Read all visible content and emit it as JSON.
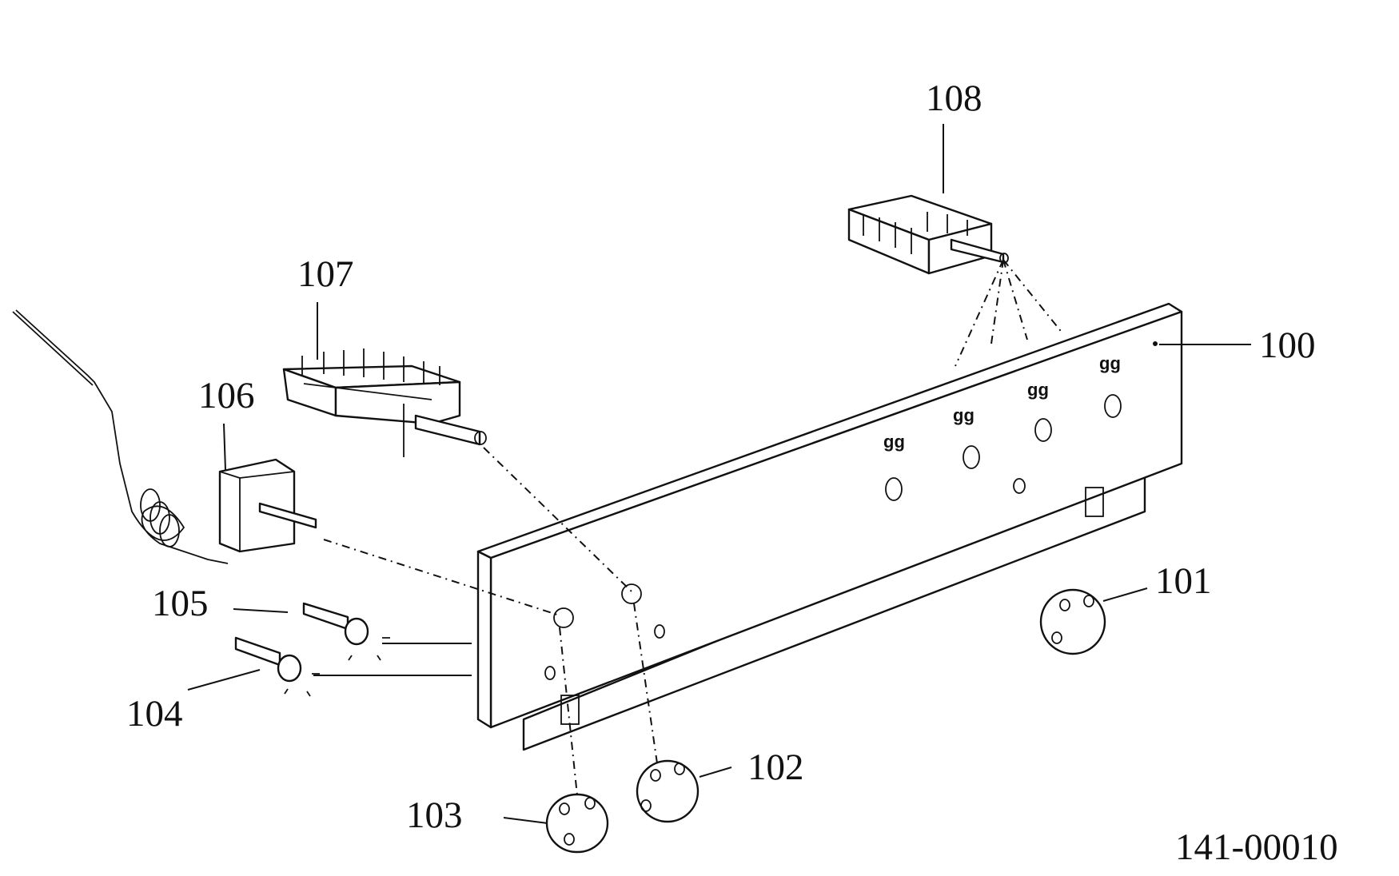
{
  "diagram": {
    "drawing_number": "141-00010",
    "callouts": [
      {
        "id": "100",
        "text": "100"
      },
      {
        "id": "101",
        "text": "101"
      },
      {
        "id": "102",
        "text": "102"
      },
      {
        "id": "103",
        "text": "103"
      },
      {
        "id": "104",
        "text": "104"
      },
      {
        "id": "105",
        "text": "105"
      },
      {
        "id": "106",
        "text": "106"
      },
      {
        "id": "107",
        "text": "107"
      },
      {
        "id": "108",
        "text": "108"
      }
    ],
    "colors": {
      "line": "#111111",
      "background": "#ffffff"
    }
  }
}
